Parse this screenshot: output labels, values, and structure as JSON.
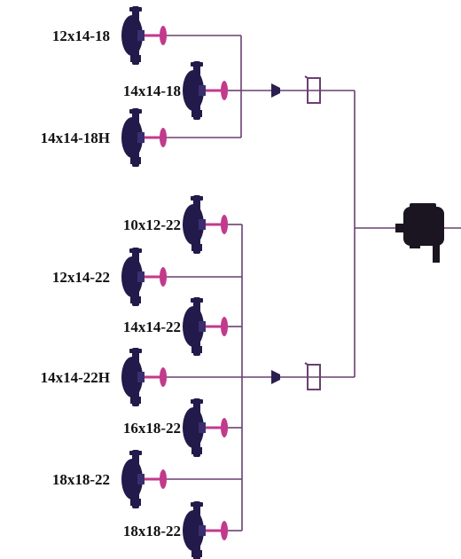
{
  "colors": {
    "pipe": "#6b3f72",
    "pump": "#221a4a",
    "accent": "#c23a8c",
    "motor": "#1a1520",
    "label": "#111111"
  },
  "icons": {
    "pump": "centrifugal-pump-icon",
    "valve": "valve-icon",
    "coupling": "coupling-icon",
    "motor": "motor-icon"
  },
  "groups": [
    {
      "id": "upper",
      "pumps": [
        {
          "label": "12x14-18",
          "side": "left"
        },
        {
          "label": "14x14-18",
          "side": "right"
        },
        {
          "label": "14x14-18H",
          "side": "left"
        }
      ]
    },
    {
      "id": "lower",
      "pumps": [
        {
          "label": "10x12-22",
          "side": "right"
        },
        {
          "label": "12x14-22",
          "side": "left"
        },
        {
          "label": "14x14-22",
          "side": "right"
        },
        {
          "label": "14x14-22H",
          "side": "left"
        },
        {
          "label": "16x18-22",
          "side": "right"
        },
        {
          "label": "18x18-22",
          "side": "left"
        },
        {
          "label": "18x18-22",
          "side": "right"
        }
      ]
    }
  ]
}
